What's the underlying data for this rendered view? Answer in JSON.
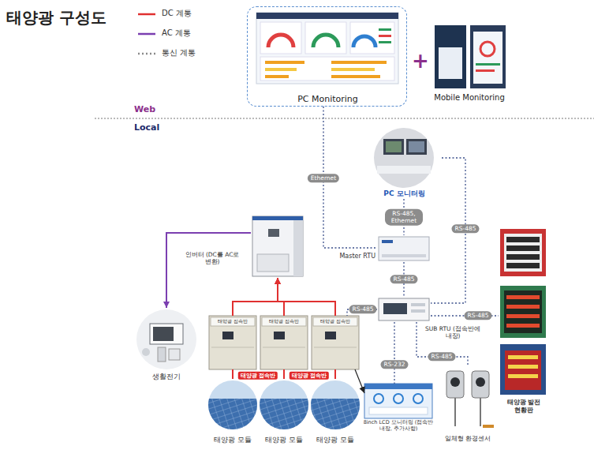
{
  "diagram": {
    "title": "태양광 구성도",
    "nodes": [
      {
        "text": [
          "PC Monitoring"
        ]
      },
      {
        "text": [
          "Mobile Monitoring"
        ]
      },
      {
        "text": [
          "PC 모니터링"
        ]
      },
      {
        "text": [
          "Master RTU"
        ]
      },
      {
        "text": [
          "인버터 (DC를 AC로 변환)"
        ]
      },
      {
        "text": [
          "SUB RTU (접속반에 내장)"
        ]
      },
      {
        "text": [
          "생활전기"
        ]
      },
      {
        "text": [
          "태양광 접속반"
        ]
      },
      {
        "text": [
          "태양광 접속반"
        ]
      },
      {
        "text": [
          "태양광 접속반"
        ]
      },
      {
        "text": [
          "태양광 모듈"
        ]
      },
      {
        "text": [
          "태양광 모듈"
        ]
      },
      {
        "text": [
          "태양광 모듈"
        ]
      },
      {
        "text": [
          "8inch LCD 모니터링 (접속반 내장, 추가사항)"
        ]
      },
      {
        "text": [
          "일체형 환경센서"
        ]
      },
      {
        "text": [
          "태양광 발전 현황판"
        ]
      }
    ],
    "edges": [
      {
        "from": 0,
        "to": 3,
        "label": "Ethernet",
        "arrow": "none"
      },
      {
        "from": 2,
        "to": 3,
        "label": "RS-485, Ethernet",
        "arrow": "none"
      },
      {
        "from": 2,
        "to": 5,
        "label": "RS-485",
        "arrow": "none"
      },
      {
        "from": 3,
        "to": 5,
        "label": "RS-485",
        "arrow": "none"
      },
      {
        "from": 5,
        "to": 9,
        "label": "RS-485",
        "arrow": "none"
      },
      {
        "from": 5,
        "to": 15,
        "label": "RS-485",
        "arrow": "none"
      },
      {
        "from": 5,
        "to": 13,
        "label": "RS-232",
        "arrow": "none"
      },
      {
        "from": 5,
        "to": 14,
        "label": "RS-485",
        "arrow": "none"
      },
      {
        "from": 4,
        "to": 6,
        "arrow": "to"
      },
      {
        "from": 7,
        "to": 4,
        "arrow": "to"
      },
      {
        "from": 8,
        "to": 4,
        "arrow": "to"
      },
      {
        "from": 9,
        "to": 4,
        "arrow": "to"
      },
      {
        "from": 10,
        "to": 7,
        "arrow": "none"
      },
      {
        "from": 11,
        "to": 8,
        "arrow": "none"
      },
      {
        "from": 12,
        "to": 9,
        "arrow": "none"
      },
      {
        "from": 9,
        "to": 13,
        "arrow": "to"
      }
    ],
    "labels": [
      "Web",
      "Local",
      "+",
      "태양광 접속반",
      "태양광 접속반"
    ],
    "legend": [
      {
        "text": "DC 계통"
      },
      {
        "text": "AC 계통"
      },
      {
        "text": "통신 계통"
      }
    ]
  }
}
